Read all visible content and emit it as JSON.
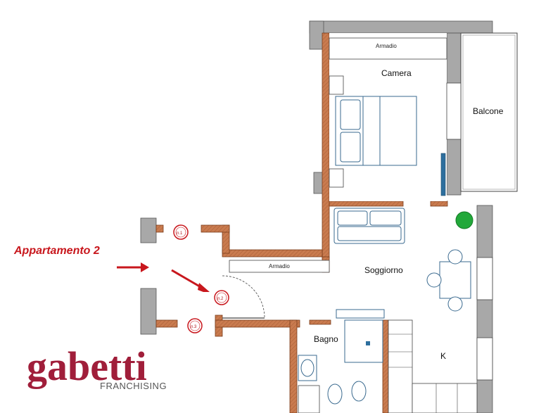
{
  "title": "Appartamento 2",
  "rooms": {
    "camera": "Camera",
    "balcone": "Balcone",
    "soggiorno": "Soggiorno",
    "bagno": "Bagno",
    "kitchen": "K"
  },
  "wardrobes": {
    "top": "Armadio",
    "corridor": "Armadio"
  },
  "entrances": {
    "n1": "n.1",
    "n2": "n.2",
    "n3": "n.3"
  },
  "logo": {
    "name": "gabetti",
    "subtitle": "FRANCHISING"
  },
  "colors": {
    "wall": "#c97b4f",
    "wall_outline": "#7a3d1b",
    "gray_wall": "#a8a8a8",
    "accent_red": "#c8171d",
    "logo": "#a01e3a",
    "plant": "#22a83a",
    "fixture": "#2e6f9e"
  }
}
